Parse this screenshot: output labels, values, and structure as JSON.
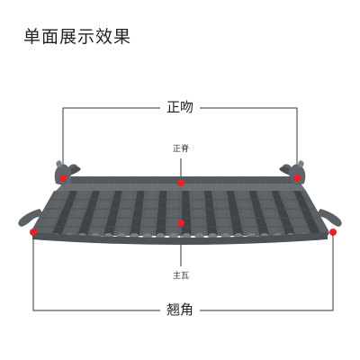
{
  "page": {
    "title": "单面展示效果"
  },
  "labels": {
    "ridge_ornament": "正吻",
    "main_ridge": "正脊",
    "main_tile": "主瓦",
    "upturned_eave": "翘角"
  },
  "colors": {
    "tile": "#5e6468",
    "tile_dark": "#3f4447",
    "tile_light": "#7a8185",
    "marker": "#e8202a",
    "line": "#333333"
  }
}
